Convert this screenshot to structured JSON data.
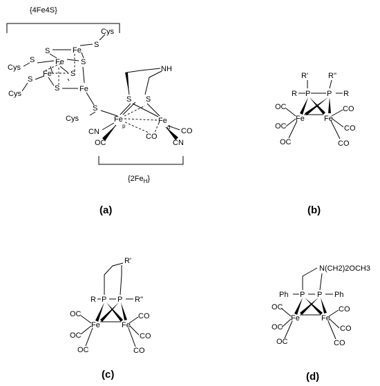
{
  "figure": {
    "panels": [
      {
        "id": "a",
        "label": "(a)",
        "cluster_label": "{4Fe4S}",
        "subcluster_label_main": "{2Fe",
        "subcluster_label_sub": "H",
        "subcluster_label_end": "}",
        "atoms": {
          "fe": "Fe",
          "s": "S",
          "cys": "Cys",
          "nh": "NH",
          "cn": "CN",
          "co": "CO",
          "oc": "OC",
          "p_sub": "p",
          "d_sub": "d"
        }
      },
      {
        "id": "b",
        "label": "(b)",
        "atoms": {
          "fe": "Fe",
          "p": "P",
          "r": "R",
          "r1": "R'",
          "r2": "R''",
          "co": "CO",
          "oc": "OC"
        }
      },
      {
        "id": "c",
        "label": "(c)",
        "atoms": {
          "fe": "Fe",
          "p": "P",
          "r": "R",
          "r1": "R'",
          "r2": "R''",
          "co": "CO",
          "oc": "OC"
        }
      },
      {
        "id": "d",
        "label": "(d)",
        "atoms": {
          "fe": "Fe",
          "p": "P",
          "ph": "Ph",
          "amine": "N(CH2)2OCH3",
          "co": "CO",
          "oc": "OC"
        }
      }
    ]
  }
}
